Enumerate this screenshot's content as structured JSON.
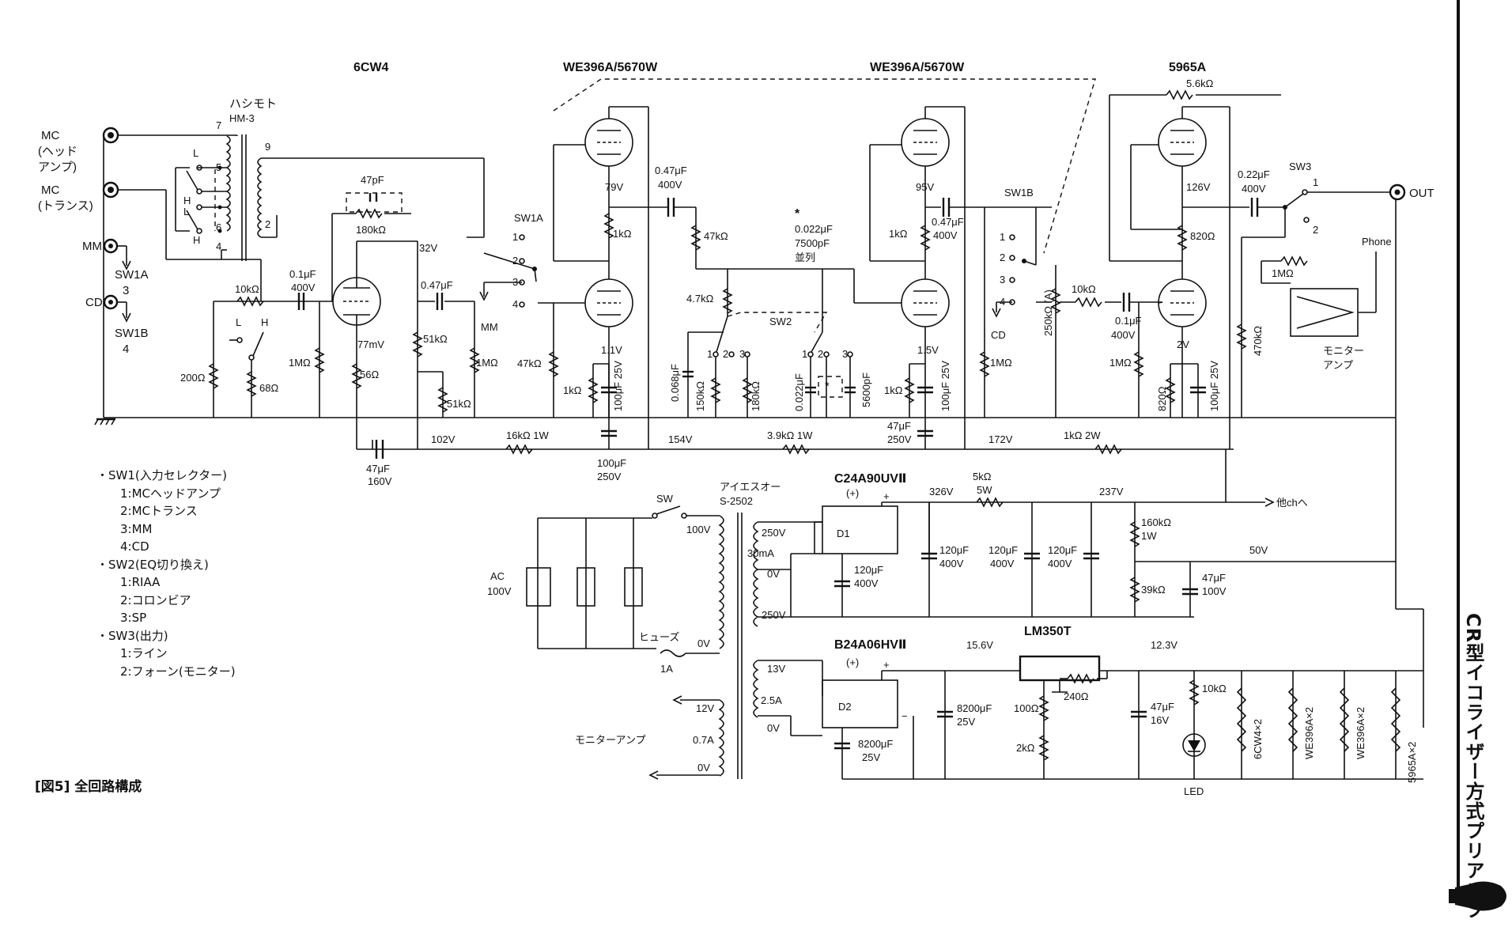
{
  "tubes": {
    "v1": "6CW4",
    "v2": "WE396A/5670W",
    "v3": "WE396A/5670W",
    "v4": "5965A"
  },
  "inputs": {
    "mc_head": "MC\n(ヘッド\nアンプ)",
    "mc_head_l1": "MC",
    "mc_head_l2": "(ヘッド",
    "mc_head_l3": "アンプ)",
    "mc_trans_l1": "MC",
    "mc_trans_l2": "(トランス)",
    "mm": "MM",
    "cd": "CD"
  },
  "transformer_in": {
    "maker": "ハシモト",
    "model": "HM-3"
  },
  "labels": {
    "sw1a": "SW1A",
    "sw1b": "SW1B",
    "sw1b_mid": "SW1B",
    "sw2": "SW2",
    "sw3": "SW3",
    "sw1a_pos3": "3",
    "sw1b_pos4": "4",
    "out": "OUT",
    "phone": "Phone",
    "monitor_amp": "モニター\nアンプ",
    "monitor_amp_l1": "モニター",
    "monitor_amp_l2": "アンプ",
    "mm_out": "MM",
    "cd_out": "CD",
    "other_ch": "他chへ",
    "eq_note_star": "*",
    "eq_note1": "0.022μF",
    "eq_note2": "7500pF",
    "eq_note3": "並列",
    "l": "L",
    "h": "H"
  },
  "components": {
    "c_47pf": "47pF",
    "r_180k": "180kΩ",
    "c_01": "0.1μF",
    "c_01_v": "400V",
    "r_10k": "10kΩ",
    "r_200": "200Ω",
    "r_68": "68Ω",
    "r_1m_a": "1MΩ",
    "r_56": "56Ω",
    "v_77mv": "77mV",
    "v_32v": "32V",
    "c_047a": "0.47μF",
    "r_51k": "51kΩ",
    "r_51k_b": "51kΩ",
    "r_1m_b": "1MΩ",
    "c_47_160": "47μF",
    "c_47_160_v": "160V",
    "v_102": "102V",
    "r_16k": "16kΩ 1W",
    "r_47k_a": "47kΩ",
    "r_1k_a": "1kΩ",
    "r_1k_b": "1kΩ",
    "v_79": "79V",
    "v_11": "1.1V",
    "c_100_25a": "100μF 25V",
    "c_100_250": "100μF",
    "c_100_250_v": "250V",
    "v_154": "154V",
    "c_047b": "0.47μF",
    "c_047b_v": "400V",
    "r_47k_b": "47kΩ",
    "r_47k_c": "4.7kΩ",
    "c_0068": "0.068μF",
    "r_150k": "150kΩ",
    "r_180k_b": "180kΩ",
    "c_0022": "0.022μF",
    "c_5600": "5600pF",
    "r_39k": "3.9kΩ 1W",
    "v_95": "95V",
    "r_1k_c": "1kΩ",
    "c_047c": "0.47μF",
    "c_047c_v": "400V",
    "v_15": "1.5V",
    "r_1k_d": "1kΩ",
    "c_100_25b": "100μF 25V",
    "c_47_250": "47μF",
    "c_47_250_v": "250V",
    "v_172": "172V",
    "r_1m_c": "1MΩ",
    "vr_250k": "250kΩ (A)",
    "r_10k_b": "10kΩ",
    "c_01b": "0.1μF",
    "c_01b_v": "400V",
    "r_1k_2w": "1kΩ 2W",
    "r_56k": "5.6kΩ",
    "v_126": "126V",
    "r_820a": "820Ω",
    "c_022": "0.22μF",
    "c_022_v": "400V",
    "r_1m_d": "1MΩ",
    "v_2": "2V",
    "r_820b": "820Ω",
    "c_100_25c": "100μF 25V",
    "r_1m_e": "1MΩ",
    "r_470k": "470kΩ"
  },
  "power": {
    "sw": "SW",
    "trans": "アイエスオー",
    "trans_model": "S-2502",
    "ac": "AC",
    "ac_v": "100V",
    "v100": "100V",
    "fuse": "ヒューズ",
    "fuse_0v": "0V",
    "fuse_a": "1A",
    "v250a": "250V",
    "ma30": "30mA",
    "v0a": "0V",
    "v250b": "250V",
    "v13": "13V",
    "a25": "2.5A",
    "v0b": "0V",
    "v12": "12V",
    "a07": "0.7A",
    "v0c": "0V",
    "monitor_label": "モニターアンプ",
    "d1_model": "C24A90UVⅡ",
    "d1": "D1",
    "d2_model": "B24A06HVⅡ",
    "d2": "D2",
    "plus": "(+)",
    "plus2": "+",
    "minus": "−",
    "v326": "326V",
    "r5k": "5kΩ",
    "r5k_w": "5W",
    "v237": "237V",
    "c120a": "120μF",
    "c120a_v": "400V",
    "c120b": "120μF",
    "c120b_v": "400V",
    "c120c": "120μF",
    "c120c_v": "400V",
    "c120d": "120μF",
    "c120d_v": "400V",
    "r160k": "160kΩ",
    "r160k_w": "1W",
    "v50": "50V",
    "r39k": "39kΩ",
    "c47_100": "47μF",
    "c47_100_v": "100V",
    "v156": "15.6V",
    "lm": "LM350T",
    "v123": "12.3V",
    "r240": "240Ω",
    "c8200a": "8200μF",
    "c8200a_v": "25V",
    "c8200b": "8200μF",
    "c8200b_v": "25V",
    "r100": "100Ω",
    "r2k": "2kΩ",
    "c47_16": "47μF",
    "c47_16_v": "16V",
    "r10k_led": "10kΩ",
    "led": "LED",
    "h1": "6CW4×2",
    "h2": "WE396A×2",
    "h3": "WE396A×2",
    "h4": "5965A×2"
  },
  "legend": {
    "sw1_title": "・SW1(入力セレクター)",
    "sw1_items": [
      "1:MCヘッドアンプ",
      "2:MCトランス",
      "3:MM",
      "4:CD"
    ],
    "sw2_title": "・SW2(EQ切り換え)",
    "sw2_items": [
      "1:RIAA",
      "2:コロンビア",
      "3:SP"
    ],
    "sw3_title": "・SW3(出力)",
    "sw3_items": [
      "1:ライン",
      "2:フォーン(モニター)"
    ]
  },
  "caption": "[図5] 全回路構成",
  "side_title": "CR型イコライザー方式プリアンプ"
}
